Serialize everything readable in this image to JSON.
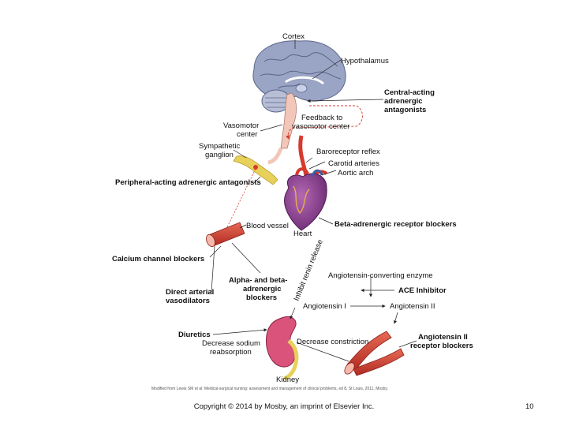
{
  "labels": {
    "cortex": "Cortex",
    "hypothalamus": "Hypothalamus",
    "central_acting": [
      "Central-acting",
      "adrenergic",
      "antagonists"
    ],
    "feedback": [
      "Feedback to",
      "vasomotor center"
    ],
    "vasomotor_center": [
      "Vasomotor",
      "center"
    ],
    "sympathetic_ganglion": [
      "Sympathetic",
      "ganglion"
    ],
    "baroreceptor_reflex": "Baroreceptor reflex",
    "carotid_arteries": "Carotid arteries",
    "aortic_arch": "Aortic arch",
    "peripheral_acting": "Peripheral-acting adrenergic antagonists",
    "blood_vessel": "Blood vessel",
    "heart": "Heart",
    "beta_blockers": "Beta-adrenergic receptor blockers",
    "calcium_channel_blockers": "Calcium channel blockers",
    "inhibit_renin_release": "Inhibit renin release",
    "alpha_beta_blockers": [
      "Alpha- and beta-",
      "adrenergic",
      "blockers"
    ],
    "direct_arterial_vasodilators": [
      "Direct arterial",
      "vasodilators"
    ],
    "ace_enzyme": "Angiotensin-converting enzyme",
    "ace_inhibitor": "ACE Inhibitor",
    "angiotensin_i": "Angiotensin I",
    "angiotensin_ii": "Angiotensin II",
    "diuretics": "Diuretics",
    "decrease_sodium": [
      "Decrease sodium",
      "reabsorption"
    ],
    "decrease_constriction": "Decrease constriction",
    "arb": [
      "Angiotensin II",
      "receptor blockers"
    ],
    "kidney": "Kidney"
  },
  "source_credit": "Modified from Lewis SM et al: Medical-surgical nursing: assessment and management of clinical problems, ed 8, St Louis, 2011, Mosby.",
  "footer": {
    "copyright": "Copyright © 2014 by Mosby, an imprint of Elsevier Inc.",
    "page_number": "10"
  },
  "colors": {
    "brain": "#9aa4c4",
    "vessel": "#d63a2e",
    "heart": "#8b3a8f",
    "ganglion": "#e8d15a",
    "kidney": "#d9537a",
    "nerve": "#f2c6b8"
  }
}
